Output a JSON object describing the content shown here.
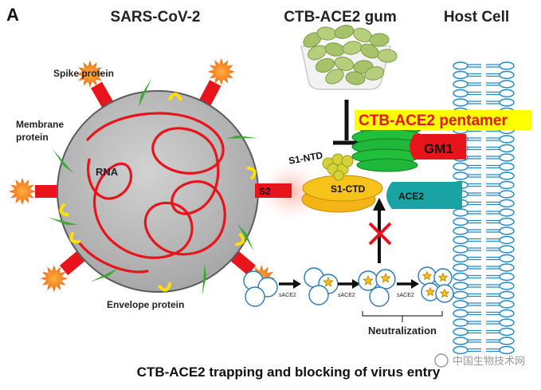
{
  "panel_label": "A",
  "headers": {
    "virus": "SARS-CoV-2",
    "gum": "CTB-ACE2 gum",
    "host": "Host Cell"
  },
  "labels": {
    "spike": "Spike protein",
    "membrane_line1": "Membrane",
    "membrane_line2": "protein",
    "rna": "RNA",
    "envelope": "Envelope protein",
    "s2": "S2",
    "s1_ntd": "S1-NTD",
    "s1_ctd": "S1-CTD",
    "ace2": "ACE2",
    "gm1": "GM1",
    "pentamer": "CTB-ACE2 pentamer",
    "sace2": "sACE2",
    "neutralization": "Neutralization"
  },
  "caption": "CTB-ACE2 trapping and blocking of virus entry",
  "watermark": "中国生物技术网",
  "colors": {
    "virus_body": "#a8a8a8",
    "rna": "#e8141c",
    "spike_stalk": "#e8141c",
    "spike_head": "#f47d20",
    "membrane_protein": "#3aaa35",
    "envelope_protein": "#ffe000",
    "ctb": "#22c03a",
    "gm1": "#e8141c",
    "ace2": "#1aa3a3",
    "s1": "#f7c21a",
    "pentamer_text": "#e8141c",
    "pentamer_bg": "#ffff00",
    "membrane": "#1e88c8"
  }
}
